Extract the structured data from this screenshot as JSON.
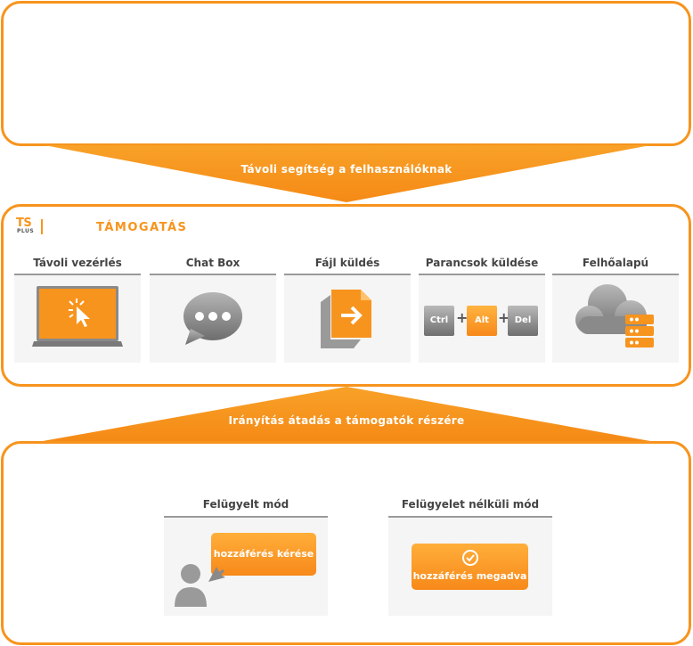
{
  "colors": {
    "accent": "#f7941d",
    "gray": "#9a9a9a"
  },
  "banner_top": "Távoli segítség a felhasználóknak",
  "banner_bottom": "Irányítás átadás a támogatók részére",
  "logo": {
    "ts": "TS",
    "plus": "PLUS"
  },
  "section_title": "TÁMOGATÁS",
  "features": [
    {
      "label": "Távoli vezérlés",
      "icon": "laptop-cursor-icon"
    },
    {
      "label": "Chat Box",
      "icon": "chat-bubble-icon"
    },
    {
      "label": "Fájl küldés",
      "icon": "file-send-icon"
    },
    {
      "label": "Parancsok küldése",
      "icon": "keyboard-keys-icon"
    },
    {
      "label": "Felhőalapú",
      "icon": "cloud-server-icon"
    }
  ],
  "keys": {
    "ctrl": "Ctrl",
    "alt": "Alt",
    "del": "Del",
    "plus": "+"
  },
  "modes": [
    {
      "title": "Felügyelt mód",
      "button": "hozzáférés kérése"
    },
    {
      "title": "Felügyelet nélküli mód",
      "button": "hozzáférés megadva"
    }
  ]
}
